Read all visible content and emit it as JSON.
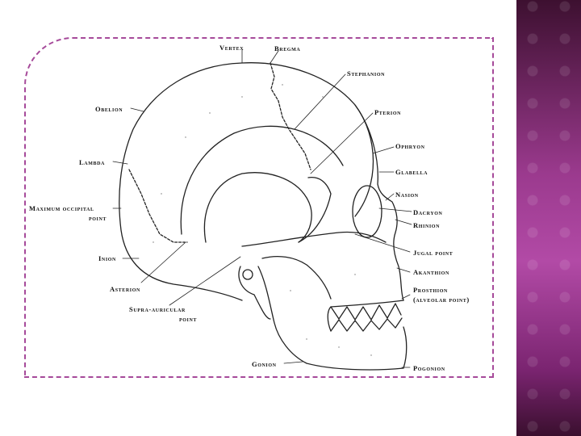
{
  "labels": {
    "vertex": "Vertex",
    "bregma": "Bregma",
    "stephanion": "Stephanion",
    "obelion": "Obelion",
    "pterion": "Pterion",
    "ophryon": "Ophryon",
    "lambda": "Lambda",
    "glabella": "Glabella",
    "nasion": "Nasion",
    "maximum_occipital_line1": "Maximum occipital",
    "maximum_occipital_line2": "point",
    "dacryon": "Dacryon",
    "rhinion": "Rhinion",
    "jugal_point": "Jugal point",
    "inion": "Inion",
    "akanthion": "Akanthion",
    "prosthion_line1": "Prosthion",
    "prosthion_line2": "(alveolar point)",
    "asterion": "Asterion",
    "supra_auricular_line1": "Supra-auricular",
    "supra_auricular_line2": "point",
    "gonion": "Gonion",
    "pogonion": "Pogonion"
  },
  "colors": {
    "frame_border": "#a64a9a",
    "side_panel": "#9b3a8e",
    "line": "#222222"
  }
}
